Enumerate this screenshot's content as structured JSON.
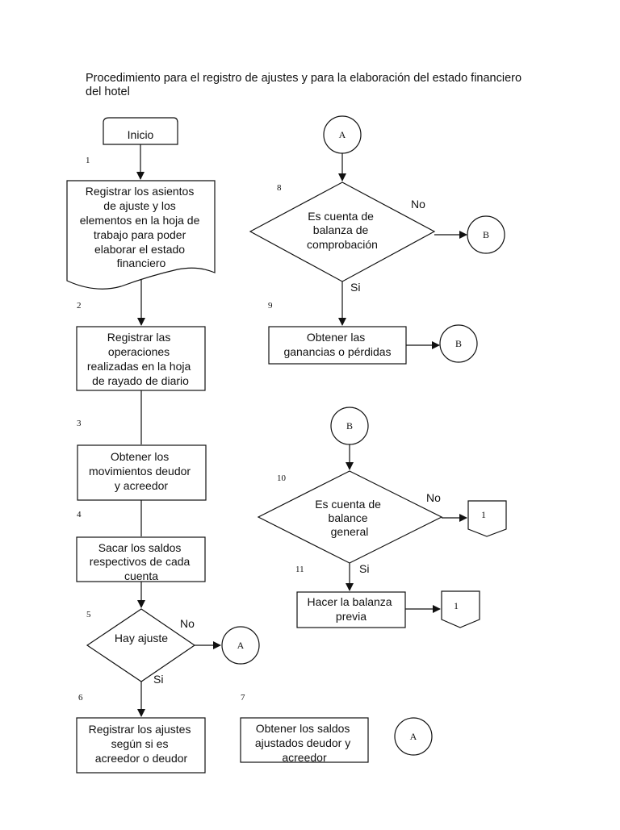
{
  "title": "Procedimiento  para el registro de ajustes y para la elaboración del estado financiero del hotel",
  "nodes": {
    "inicio": "Inicio",
    "registrar_asientos": [
      "Registrar los asientos",
      "de ajuste y los",
      "elementos en la hoja de",
      "trabajo para poder",
      "elaborar el estado",
      "financiero"
    ],
    "registrar_operaciones": [
      "Registrar las",
      "operaciones",
      "realizadas en la hoja",
      "de rayado de diario"
    ],
    "obtener_movimientos": [
      "Obtener los",
      "movimientos deudor",
      "y acreedor"
    ],
    "sacar_saldos": [
      "Sacar los saldos",
      "respectivos de cada",
      "cuenta"
    ],
    "hay_ajuste": "Hay ajuste",
    "registrar_ajustes": [
      "Registrar los ajustes",
      "según si es",
      "acreedor o deudor"
    ],
    "obtener_saldos": [
      "Obtener los saldos",
      "ajustados deudor y",
      "acreedor"
    ],
    "cuenta_comprobacion": [
      "Es cuenta de",
      "balanza de",
      "comprobación"
    ],
    "obtener_ganancias": [
      "Obtener las",
      "ganancias o pérdidas"
    ],
    "cuenta_balance": [
      "Es cuenta de",
      "balance",
      "general"
    ],
    "hacer_balanza": [
      "Hacer la balanza",
      "previa"
    ]
  },
  "connectors": {
    "a": "A",
    "b": "B",
    "page1": "1"
  },
  "branch_labels": {
    "yes": "Si",
    "no": "No"
  },
  "step_numbers": [
    "1",
    "2",
    "3",
    "4",
    "5",
    "6",
    "7",
    "8",
    "9",
    "10",
    "11"
  ]
}
